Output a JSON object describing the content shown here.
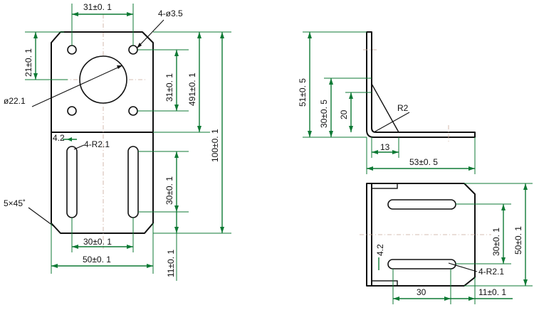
{
  "front_view": {
    "dim_top_width": "31±0. 1",
    "dim_hole_callout": "4-ø3.5",
    "dim_upper_hole_offset": "21±0. 1",
    "dim_upper_hole_spacing": "31±0. 1",
    "dim_upper_height": "491±0. 1",
    "dim_total_height": "100±0. 1",
    "dim_center_bore": "ø22.1",
    "dim_slot_offset": "4.2",
    "dim_slot_radius": "4-R2.1",
    "dim_slot_length": "30±0. 1",
    "dim_chamfer": "5×45˚",
    "dim_slot_spacing": "30±0. 1",
    "dim_bottom_width": "50±0. 1",
    "dim_bottom_offset": "11±0. 1"
  },
  "side_view": {
    "dim_height": "51±0. 5",
    "dim_gusset_height": "30±0. 5",
    "dim_gusset_inner": "20",
    "dim_bend_radius": "R2",
    "dim_gusset_base": "13",
    "dim_length": "53±0. 5"
  },
  "bottom_view": {
    "dim_slot_spacing": "30±0. 1",
    "dim_width": "50±0. 1",
    "dim_slot_offset": "4.2",
    "dim_slot_radius": "4-R2.1",
    "dim_slot_length": "30",
    "dim_end_offset": "11±0. 1"
  }
}
